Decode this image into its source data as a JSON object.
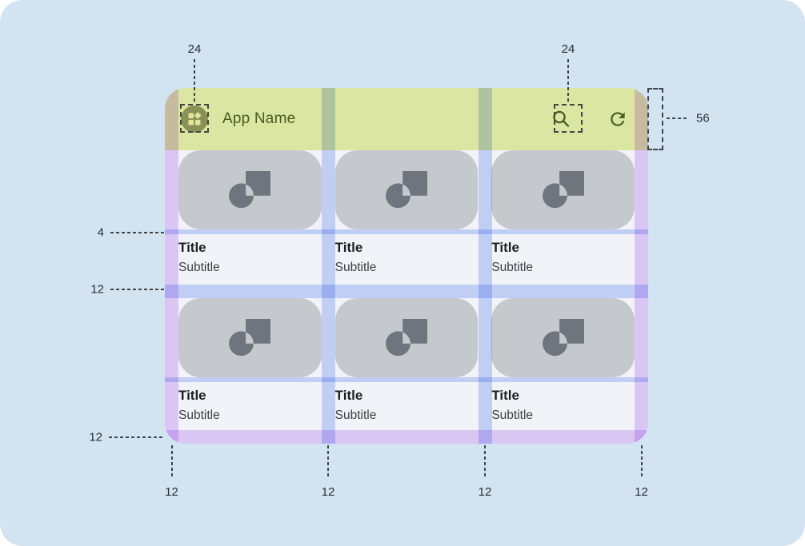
{
  "colors": {
    "canvas_bg": "#d2e3f2",
    "card_bg": "#f1f3f8",
    "appbar_bg": "#dbe6a2",
    "appbar_fg": "#4c5a22",
    "app_icon_bg": "#8b9055",
    "image_bg": "#c5c9ce",
    "image_icon": "#6e757d",
    "title_fg": "#1d1f22",
    "subtitle_fg": "#3c4046",
    "margin_overlay": "#e7d0fa",
    "gutter_overlay": "#cdd9fb",
    "annotation_fg": "#2d2d2d",
    "dash": "#454545"
  },
  "appbar": {
    "title": "App Name",
    "leading_icon": "app-grid-icon",
    "action_icons": [
      "search-icon",
      "refresh-icon"
    ]
  },
  "cards": {
    "items": [
      {
        "title": "Title",
        "subtitle": "Subtitle"
      },
      {
        "title": "Title",
        "subtitle": "Subtitle"
      },
      {
        "title": "Title",
        "subtitle": "Subtitle"
      },
      {
        "title": "Title",
        "subtitle": "Subtitle"
      },
      {
        "title": "Title",
        "subtitle": "Subtitle"
      },
      {
        "title": "Title",
        "subtitle": "Subtitle"
      }
    ],
    "image_placeholder_icon": "image-placeholder-icon"
  },
  "annotations": {
    "appbar_leading_icon_size": "24",
    "appbar_action_icon_size": "24",
    "appbar_height": "56",
    "image_text_gap": "4",
    "row_spacing": "12",
    "bottom_margin_left_label": "12",
    "left_margin": "12",
    "gutter_left": "12",
    "gutter_right": "12",
    "right_margin": "12"
  }
}
